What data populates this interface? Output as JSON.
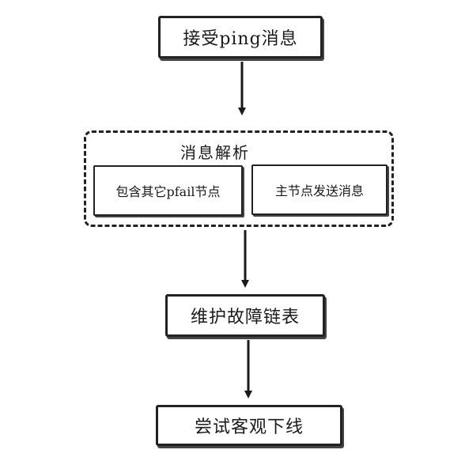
{
  "nodes": {
    "receive_ping": "接受ping消息",
    "maintain_fail_list": "维护故障链表",
    "try_objective_down": "尝试客观下线"
  },
  "group": {
    "title": "消息解析",
    "items": [
      "包含其它pfail节点",
      "主节点发送消息"
    ]
  }
}
